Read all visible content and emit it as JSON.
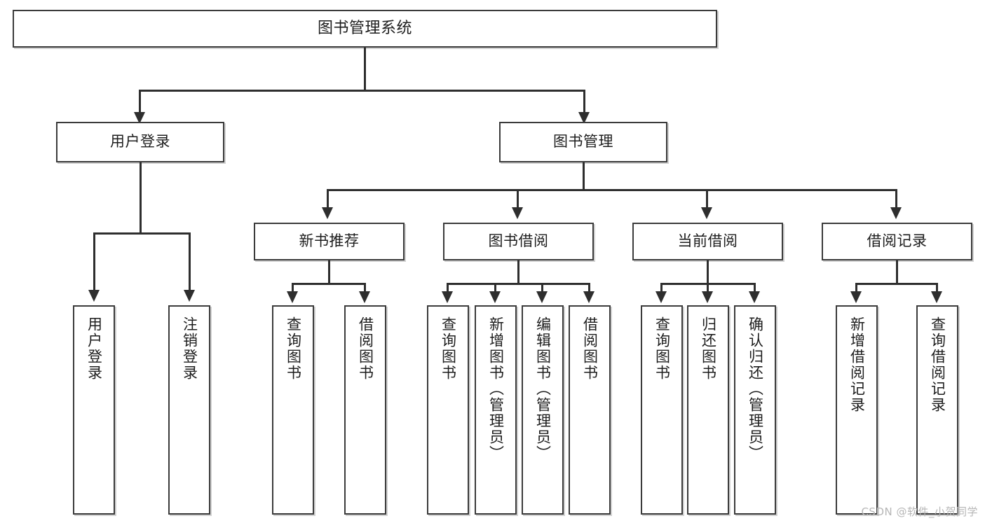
{
  "diagram": {
    "title": "图书管理系统",
    "watermark": "CSDN @软件_小贺同学",
    "colors": {
      "border": "#3b3b3b",
      "line": "#2e2e2e",
      "background": "#ffffff",
      "text": "#1d1d1d",
      "watermark": "#b6b6b6"
    },
    "root": {
      "label": "图书管理系统"
    },
    "level2": [
      {
        "label": "用户登录"
      },
      {
        "label": "图书管理"
      }
    ],
    "level3": [
      {
        "label": "新书推荐"
      },
      {
        "label": "图书借阅"
      },
      {
        "label": "当前借阅"
      },
      {
        "label": "借阅记录"
      }
    ],
    "leaves": {
      "user_login": [
        {
          "label": "用户登录"
        },
        {
          "label": "注销登录"
        }
      ],
      "new_book": [
        {
          "label": "查询图书"
        },
        {
          "label": "借阅图书"
        }
      ],
      "book_borrow": [
        {
          "label": "查询图书"
        },
        {
          "label": "新增图书（管理员）"
        },
        {
          "label": "编辑图书（管理员）"
        },
        {
          "label": "借阅图书"
        }
      ],
      "current_borrow": [
        {
          "label": "查询图书"
        },
        {
          "label": "归还图书"
        },
        {
          "label": "确认归还（管理员）"
        }
      ],
      "borrow_record": [
        {
          "label": "新增借阅记录"
        },
        {
          "label": "查询借阅记录"
        }
      ]
    }
  }
}
